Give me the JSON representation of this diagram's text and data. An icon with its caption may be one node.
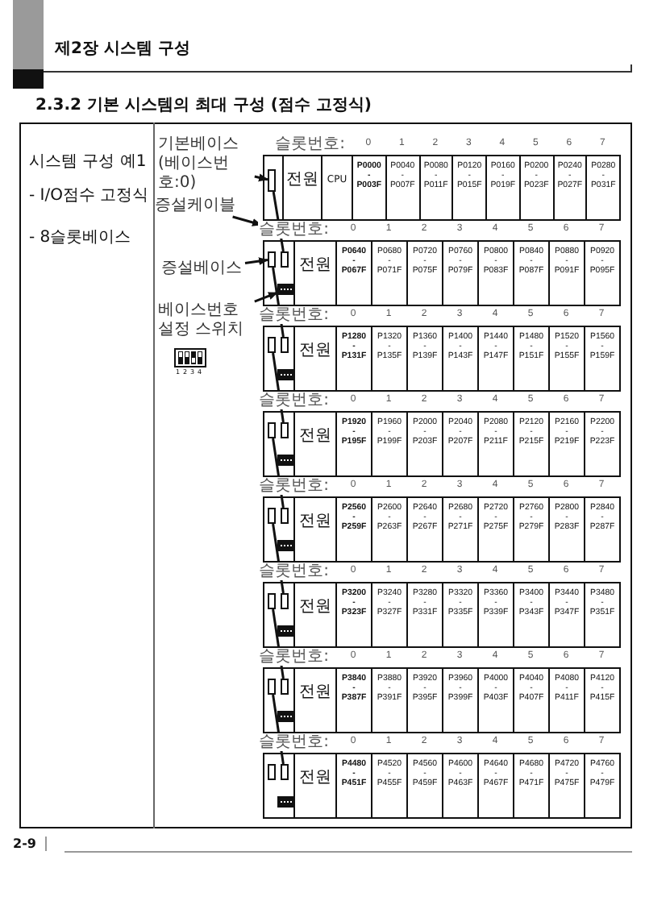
{
  "diagram": {
    "title": "2.3.2 기본 시스템의 최대 구성 (점수 고정식)",
    "nodes": [
      {
        "text": [
          "기본베이스 (베이스번호:0)"
        ]
      },
      {
        "text": [
          "증설케이블"
        ]
      },
      {
        "text": [
          "증설베이스"
        ]
      },
      {
        "text": [
          "베이스번호 설정 스위치"
        ]
      },
      {
        "text": [],
        "shape": "box",
        "beside": [
          "슬롯번호:",
          "0",
          "1",
          "2",
          "3",
          "4",
          "5",
          "6",
          "7"
        ]
      },
      {
        "text": [],
        "shape": "box",
        "in": 4
      },
      {
        "text": [
          "전원"
        ],
        "in": 4
      },
      {
        "text": [
          "CPU"
        ],
        "in": 4
      },
      {
        "text": [
          "P0000 - P003F"
        ],
        "in": 4
      },
      {
        "text": [
          "P0040 - P007F"
        ],
        "in": 4
      },
      {
        "text": [
          "P0080 - P011F"
        ],
        "in": 4
      },
      {
        "text": [
          "P0120 - P015F"
        ],
        "in": 4
      },
      {
        "text": [
          "P0160 - P019F"
        ],
        "in": 4
      },
      {
        "text": [
          "P0200 - P023F"
        ],
        "in": 4
      },
      {
        "text": [
          "P0240 - P027F"
        ],
        "in": 4
      },
      {
        "text": [
          "P0280 - P031F"
        ],
        "in": 4
      },
      {
        "text": [],
        "shape": "box",
        "beside": [
          "슬롯번호:",
          "0",
          "1",
          "2",
          "3",
          "4",
          "5",
          "6",
          "7"
        ]
      },
      {
        "text": [],
        "shape": "box",
        "in": 16
      },
      {
        "text": [],
        "shape": "box",
        "in": 16
      },
      {
        "text": [],
        "shape": "switch",
        "in": 16
      },
      {
        "text": [
          "전원"
        ],
        "in": 16
      },
      {
        "text": [
          "P0640 - P067F"
        ],
        "in": 16
      },
      {
        "text": [
          "P0680 - P071F"
        ],
        "in": 16
      },
      {
        "text": [
          "P0720 - P075F"
        ],
        "in": 16
      },
      {
        "text": [
          "P0760 - P079F"
        ],
        "in": 16
      },
      {
        "text": [
          "P0800 - P083F"
        ],
        "in": 16
      },
      {
        "text": [
          "P0840 - P087F"
        ],
        "in": 16
      },
      {
        "text": [
          "P0880 - P091F"
        ],
        "in": 16
      },
      {
        "text": [
          "P0920 - P095F"
        ],
        "in": 16
      },
      {
        "text": [],
        "shape": "box",
        "beside": [
          "슬롯번호:",
          "0",
          "1",
          "2",
          "3",
          "4",
          "5",
          "6",
          "7"
        ]
      },
      {
        "text": [],
        "shape": "box",
        "in": 29
      },
      {
        "text": [],
        "shape": "box",
        "in": 29
      },
      {
        "text": [],
        "shape": "switch",
        "in": 29
      },
      {
        "text": [
          "전원"
        ],
        "in": 29
      },
      {
        "text": [
          "P1280 - P131F"
        ],
        "in": 29
      },
      {
        "text": [
          "P1320 - P135F"
        ],
        "in": 29
      },
      {
        "text": [
          "P1360 - P139F"
        ],
        "in": 29
      },
      {
        "text": [
          "P1400 - P143F"
        ],
        "in": 29
      },
      {
        "text": [
          "P1440 - P147F"
        ],
        "in": 29
      },
      {
        "text": [
          "P1480 - P151F"
        ],
        "in": 29
      },
      {
        "text": [
          "P1520 - P155F"
        ],
        "in": 29
      },
      {
        "text": [
          "P1560 - P159F"
        ],
        "in": 29
      },
      {
        "text": [],
        "shape": "box",
        "beside": [
          "슬롯번호:",
          "0",
          "1",
          "2",
          "3",
          "4",
          "5",
          "6",
          "7"
        ]
      },
      {
        "text": [],
        "shape": "box",
        "in": 42
      },
      {
        "text": [],
        "shape": "box",
        "in": 42
      },
      {
        "text": [],
        "shape": "switch",
        "in": 42
      },
      {
        "text": [
          "전원"
        ],
        "in": 42
      },
      {
        "text": [
          "P1920 - P195F"
        ],
        "in": 42
      },
      {
        "text": [
          "P1960 - P199F"
        ],
        "in": 42
      },
      {
        "text": [
          "P2000 - P203F"
        ],
        "in": 42
      },
      {
        "text": [
          "P2040 - P207F"
        ],
        "in": 42
      },
      {
        "text": [
          "P2080 - P211F"
        ],
        "in": 42
      },
      {
        "text": [
          "P2120 - P215F"
        ],
        "in": 42
      },
      {
        "text": [
          "P2160 - P219F"
        ],
        "in": 42
      },
      {
        "text": [
          "P2200 - P223F"
        ],
        "in": 42
      },
      {
        "text": [],
        "shape": "box",
        "beside": [
          "슬롯번호:",
          "0",
          "1",
          "2",
          "3",
          "4",
          "5",
          "6",
          "7"
        ]
      },
      {
        "text": [],
        "shape": "box",
        "in": 55
      },
      {
        "text": [],
        "shape": "box",
        "in": 55
      },
      {
        "text": [],
        "shape": "switch",
        "in": 55
      },
      {
        "text": [
          "전원"
        ],
        "in": 55
      },
      {
        "text": [
          "P2560 - P259F"
        ],
        "in": 55
      },
      {
        "text": [
          "P2600 - P263F"
        ],
        "in": 55
      },
      {
        "text": [
          "P2640 - P267F"
        ],
        "in": 55
      },
      {
        "text": [
          "P2680 - P271F"
        ],
        "in": 55
      },
      {
        "text": [
          "P2720 - P275F"
        ],
        "in": 55
      },
      {
        "text": [
          "P2760 - P279F"
        ],
        "in": 55
      },
      {
        "text": [
          "P2800 - P283F"
        ],
        "in": 55
      },
      {
        "text": [
          "P2840 - P287F"
        ],
        "in": 55
      },
      {
        "text": [],
        "shape": "box",
        "beside": [
          "슬롯번호:",
          "0",
          "1",
          "2",
          "3",
          "4",
          "5",
          "6",
          "7"
        ]
      },
      {
        "text": [],
        "shape": "box",
        "in": 68
      },
      {
        "text": [],
        "shape": "box",
        "in": 68
      },
      {
        "text": [],
        "shape": "switch",
        "in": 68
      },
      {
        "text": [
          "전원"
        ],
        "in": 68
      },
      {
        "text": [
          "P3200 - P323F"
        ],
        "in": 68
      },
      {
        "text": [
          "P3240 - P327F"
        ],
        "in": 68
      },
      {
        "text": [
          "P3280 - P331F"
        ],
        "in": 68
      },
      {
        "text": [
          "P3320 - P335F"
        ],
        "in": 68
      },
      {
        "text": [
          "P3360 - P339F"
        ],
        "in": 68
      },
      {
        "text": [
          "P3400 - P343F"
        ],
        "in": 68
      },
      {
        "text": [
          "P3440 - P347F"
        ],
        "in": 68
      },
      {
        "text": [
          "P3480 - P351F"
        ],
        "in": 68
      },
      {
        "text": [],
        "shape": "box",
        "beside": [
          "슬롯번호:",
          "0",
          "1",
          "2",
          "3",
          "4",
          "5",
          "6",
          "7"
        ]
      },
      {
        "text": [],
        "shape": "box",
        "in": 81
      },
      {
        "text": [],
        "shape": "box",
        "in": 81
      },
      {
        "text": [],
        "shape": "switch",
        "in": 81
      },
      {
        "text": [
          "전원"
        ],
        "in": 81
      },
      {
        "text": [
          "P3840 - P387F"
        ],
        "in": 81
      },
      {
        "text": [
          "P3880 - P391F"
        ],
        "in": 81
      },
      {
        "text": [
          "P3920 - P395F"
        ],
        "in": 81
      },
      {
        "text": [
          "P3960 - P399F"
        ],
        "in": 81
      },
      {
        "text": [
          "P4000 - P403F"
        ],
        "in": 81
      },
      {
        "text": [
          "P4040 - P407F"
        ],
        "in": 81
      },
      {
        "text": [
          "P4080 - P411F"
        ],
        "in": 81
      },
      {
        "text": [
          "P4120 - P415F"
        ],
        "in": 81
      },
      {
        "text": [],
        "shape": "box",
        "beside": [
          "슬롯번호:",
          "0",
          "1",
          "2",
          "3",
          "4",
          "5",
          "6",
          "7"
        ]
      },
      {
        "text": [],
        "shape": "box",
        "in": 94
      },
      {
        "text": [],
        "shape": "box",
        "in": 94
      },
      {
        "text": [],
        "shape": "switch",
        "in": 94
      },
      {
        "text": [
          "전원"
        ],
        "in": 94
      },
      {
        "text": [
          "P4480 - P451F"
        ],
        "in": 94
      },
      {
        "text": [
          "P4520 - P455F"
        ],
        "in": 94
      },
      {
        "text": [
          "P4560 - P459F"
        ],
        "in": 94
      },
      {
        "text": [
          "P4600 - P463F"
        ],
        "in": 94
      },
      {
        "text": [
          "P4640 - P467F"
        ],
        "in": 94
      },
      {
        "text": [
          "P4680 - P471F"
        ],
        "in": 94
      },
      {
        "text": [
          "P4720 - P475F"
        ],
        "in": 94
      },
      {
        "text": [
          "P4760 - P479F"
        ],
        "in": 94
      }
    ],
    "edges": [
      {
        "from": 0,
        "to": 5,
        "arrow": "to"
      },
      {
        "from": 1,
        "to": null,
        "arrow": "to"
      },
      {
        "from": 2,
        "to": 17,
        "arrow": "to"
      },
      {
        "from": 3,
        "to": 19,
        "arrow": "to"
      },
      {
        "from": 5,
        "to": 18,
        "arrow": "none"
      },
      {
        "from": 17,
        "to": 31,
        "arrow": "none"
      },
      {
        "from": 30,
        "to": 44,
        "arrow": "none"
      },
      {
        "from": 43,
        "to": 57,
        "arrow": "none"
      },
      {
        "from": 56,
        "to": 70,
        "arrow": "none"
      },
      {
        "from": 69,
        "to": 83,
        "arrow": "none"
      },
      {
        "from": 82,
        "to": 96,
        "arrow": "none"
      }
    ],
    "labels": [
      "제2장 시스템 구성",
      "시스템 구성 예1",
      "- I/O점수 고정식",
      "- 8슬롯베이스",
      "1",
      "2",
      "3",
      "4",
      "2-9"
    ]
  }
}
